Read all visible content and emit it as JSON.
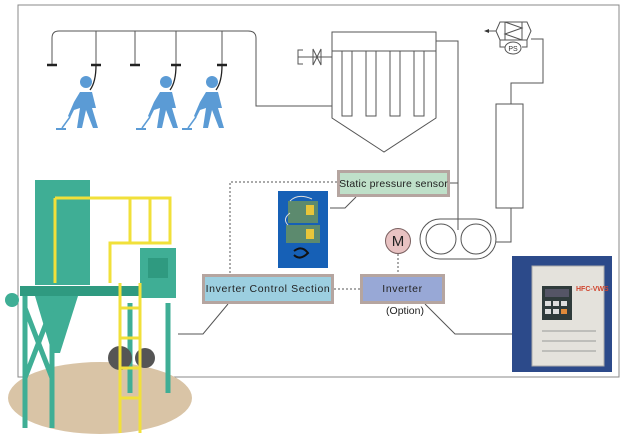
{
  "diagram": {
    "title": "Dust collector inverter control system",
    "labels": {
      "static_pressure_sensor": "Static pressure sensor",
      "inverter_control_section": "Inverter Control Section",
      "inverter": "Inverter",
      "inverter_note": "(Option)",
      "motor": "M",
      "pressure_switch": "PS"
    },
    "inverter_model_text": "HFC-VWS",
    "operators_count": 3,
    "suction_points_count": 5,
    "filter_bags_count": 4,
    "colors": {
      "static_sensor_fill": "#bfe0c9",
      "control_section_fill": "#9ccfe0",
      "inverter_fill": "#98a8d6",
      "motor_fill": "#e8c2c2",
      "box_border": "#b5a5a0",
      "operator_figure": "#5b9bd5",
      "machine_green": "#3fae95",
      "machine_yellow": "#f1e03a",
      "floor_tan": "#d9c4a6"
    }
  }
}
